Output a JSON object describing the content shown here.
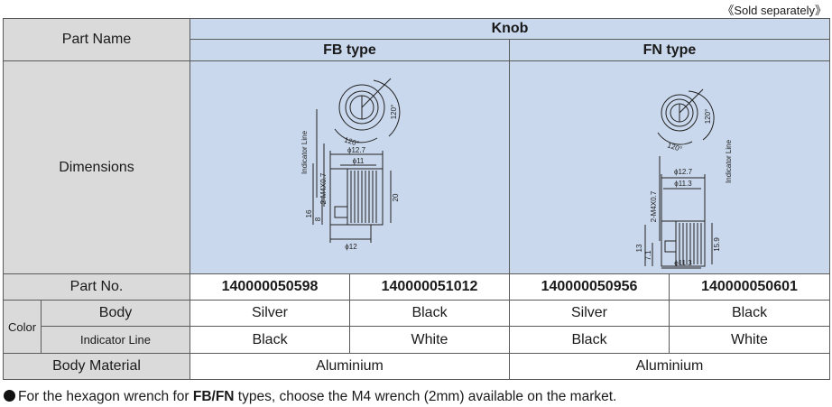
{
  "sold_separately": "《Sold separately》",
  "header": {
    "part_name": "Part Name",
    "product": "Knob",
    "fb_type": "FB type",
    "fn_type": "FN type"
  },
  "rows": {
    "dimensions": "Dimensions",
    "part_no": "Part No.",
    "color": "Color",
    "body": "Body",
    "indicator_line": "Indicator Line",
    "body_material": "Body Material"
  },
  "part_numbers": [
    "140000050598",
    "140000051012",
    "140000050956",
    "140000050601"
  ],
  "body_colors": [
    "Silver",
    "Black",
    "Silver",
    "Black"
  ],
  "indicator_colors": [
    "Black",
    "White",
    "Black",
    "White"
  ],
  "materials": [
    "Aluminium",
    "Aluminium"
  ],
  "drawings": {
    "fb": {
      "indicator_line": "Indicator Line",
      "angle_a": "120°",
      "angle_b": "120°",
      "d1": "ϕ12.7",
      "d2": "ϕ11",
      "d3": "ϕ12",
      "thread": "2-M4X0.7",
      "h1": "16",
      "h2": "8",
      "h3": "20"
    },
    "fn": {
      "indicator_line": "Indicator Line",
      "angle_a": "120°",
      "angle_b": "120°",
      "d1": "ϕ12.7",
      "d2": "ϕ11.3",
      "d3": "ϕ11.3",
      "thread": "2-M4X0.7",
      "h1": "13",
      "h2": "7.1",
      "h3": "15.9"
    }
  },
  "note": {
    "pre": "For the hexagon wrench for ",
    "bold": "FB/FN",
    "post": " types, choose the M4 wrench (2mm) available on the market."
  }
}
